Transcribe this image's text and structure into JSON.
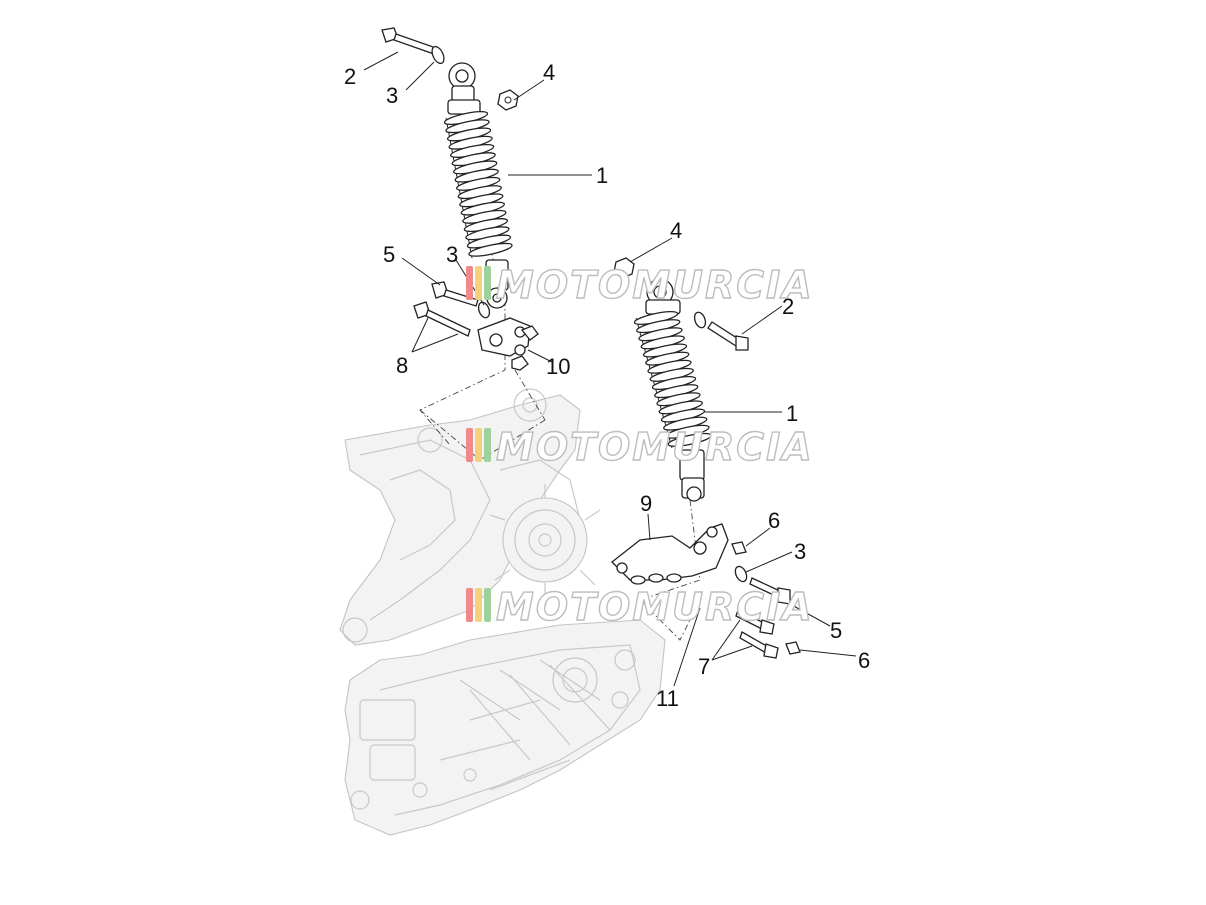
{
  "callouts": [
    {
      "id": "c-2a",
      "label": "2"
    },
    {
      "id": "c-3a",
      "label": "3"
    },
    {
      "id": "c-4a",
      "label": "4"
    },
    {
      "id": "c-1a",
      "label": "1"
    },
    {
      "id": "c-5a",
      "label": "5"
    },
    {
      "id": "c-3b",
      "label": "3"
    },
    {
      "id": "c-8",
      "label": "8"
    },
    {
      "id": "c-10",
      "label": "10"
    },
    {
      "id": "c-4b",
      "label": "4"
    },
    {
      "id": "c-2b",
      "label": "2"
    },
    {
      "id": "c-1b",
      "label": "1"
    },
    {
      "id": "c-9",
      "label": "9"
    },
    {
      "id": "c-6a",
      "label": "6"
    },
    {
      "id": "c-3c",
      "label": "3"
    },
    {
      "id": "c-5b",
      "label": "5"
    },
    {
      "id": "c-6b",
      "label": "6"
    },
    {
      "id": "c-7",
      "label": "7"
    },
    {
      "id": "c-11",
      "label": "11"
    }
  ],
  "watermark": {
    "text": "MOTOMURCIA",
    "stripe_colors": [
      "#f08a8a",
      "#f3d27a",
      "#9fd09f"
    ]
  }
}
